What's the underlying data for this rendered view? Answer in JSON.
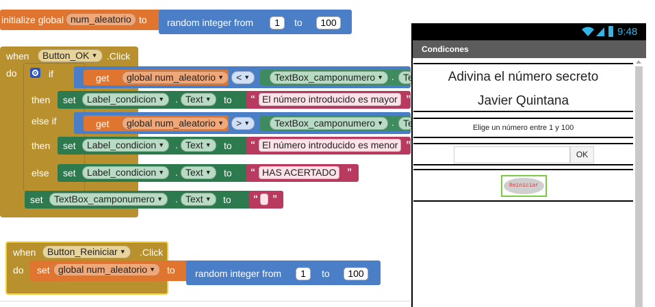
{
  "blocks": {
    "init": {
      "prefix": "initialize global",
      "var": "num_aleatorio",
      "to": "to",
      "random": "random integer from",
      "from": "1",
      "to2": "to",
      "max": "100"
    },
    "ok_event": {
      "when": "when",
      "component": "Button_OK",
      "event": ".Click",
      "do": "do"
    },
    "if_block": {
      "if": "if",
      "then": "then",
      "else_if": "else if",
      "else": "else"
    },
    "cond1": {
      "get": "get",
      "var": "global num_aleatorio",
      "op": "<",
      "textbox": "TextBox_camponumero",
      "dot": ".",
      "trunc": "Te"
    },
    "set1": {
      "set": "set",
      "component": "Label_condicion",
      "dot": ".",
      "prop": "Text",
      "to": "to",
      "value": "El número introducido es mayor"
    },
    "cond2": {
      "get": "get",
      "var": "global num_aleatorio",
      "op": ">",
      "textbox": "TextBox_camponumero",
      "dot": ".",
      "trunc": "Te"
    },
    "set2": {
      "set": "set",
      "component": "Label_condicion",
      "dot": ".",
      "prop": "Text",
      "to": "to",
      "value": "El número introducido es menor"
    },
    "set3": {
      "set": "set",
      "component": "Label_condicion",
      "dot": ".",
      "prop": "Text",
      "to": "to",
      "value": "HAS ACERTADO"
    },
    "set4": {
      "set": "set",
      "component": "TextBox_camponumero",
      "dot": ".",
      "prop": "Text",
      "to": "to",
      "value": ""
    },
    "reset_event": {
      "when": "when",
      "component": "Button_Reiniciar",
      "event": ".Click",
      "do": "do",
      "set": "set",
      "var": "global num_aleatorio",
      "to": "to",
      "random": "random integer from",
      "from": "1",
      "to2": "to",
      "max": "100"
    },
    "quote_open": "“",
    "quote_close": "”",
    "dd_arrow": "▼"
  },
  "phone": {
    "status": {
      "time": "9:48"
    },
    "title_bar": "Condicones",
    "heading1": "Adivina el número secreto",
    "heading2": "Javier Quintana",
    "instruction": "Elige un número entre 1 y 100",
    "input_value": "",
    "ok_button": "OK",
    "reset_button": "Reiniciar"
  },
  "colors": {
    "variable": "#e0752f",
    "math": "#4a7fc8",
    "control": "#b9902e",
    "setter": "#2d7a4f",
    "text": "#b83a5e",
    "phone_status": "#000000",
    "phone_titlebar": "#5c5c5c",
    "status_icons": "#33b5e5"
  }
}
